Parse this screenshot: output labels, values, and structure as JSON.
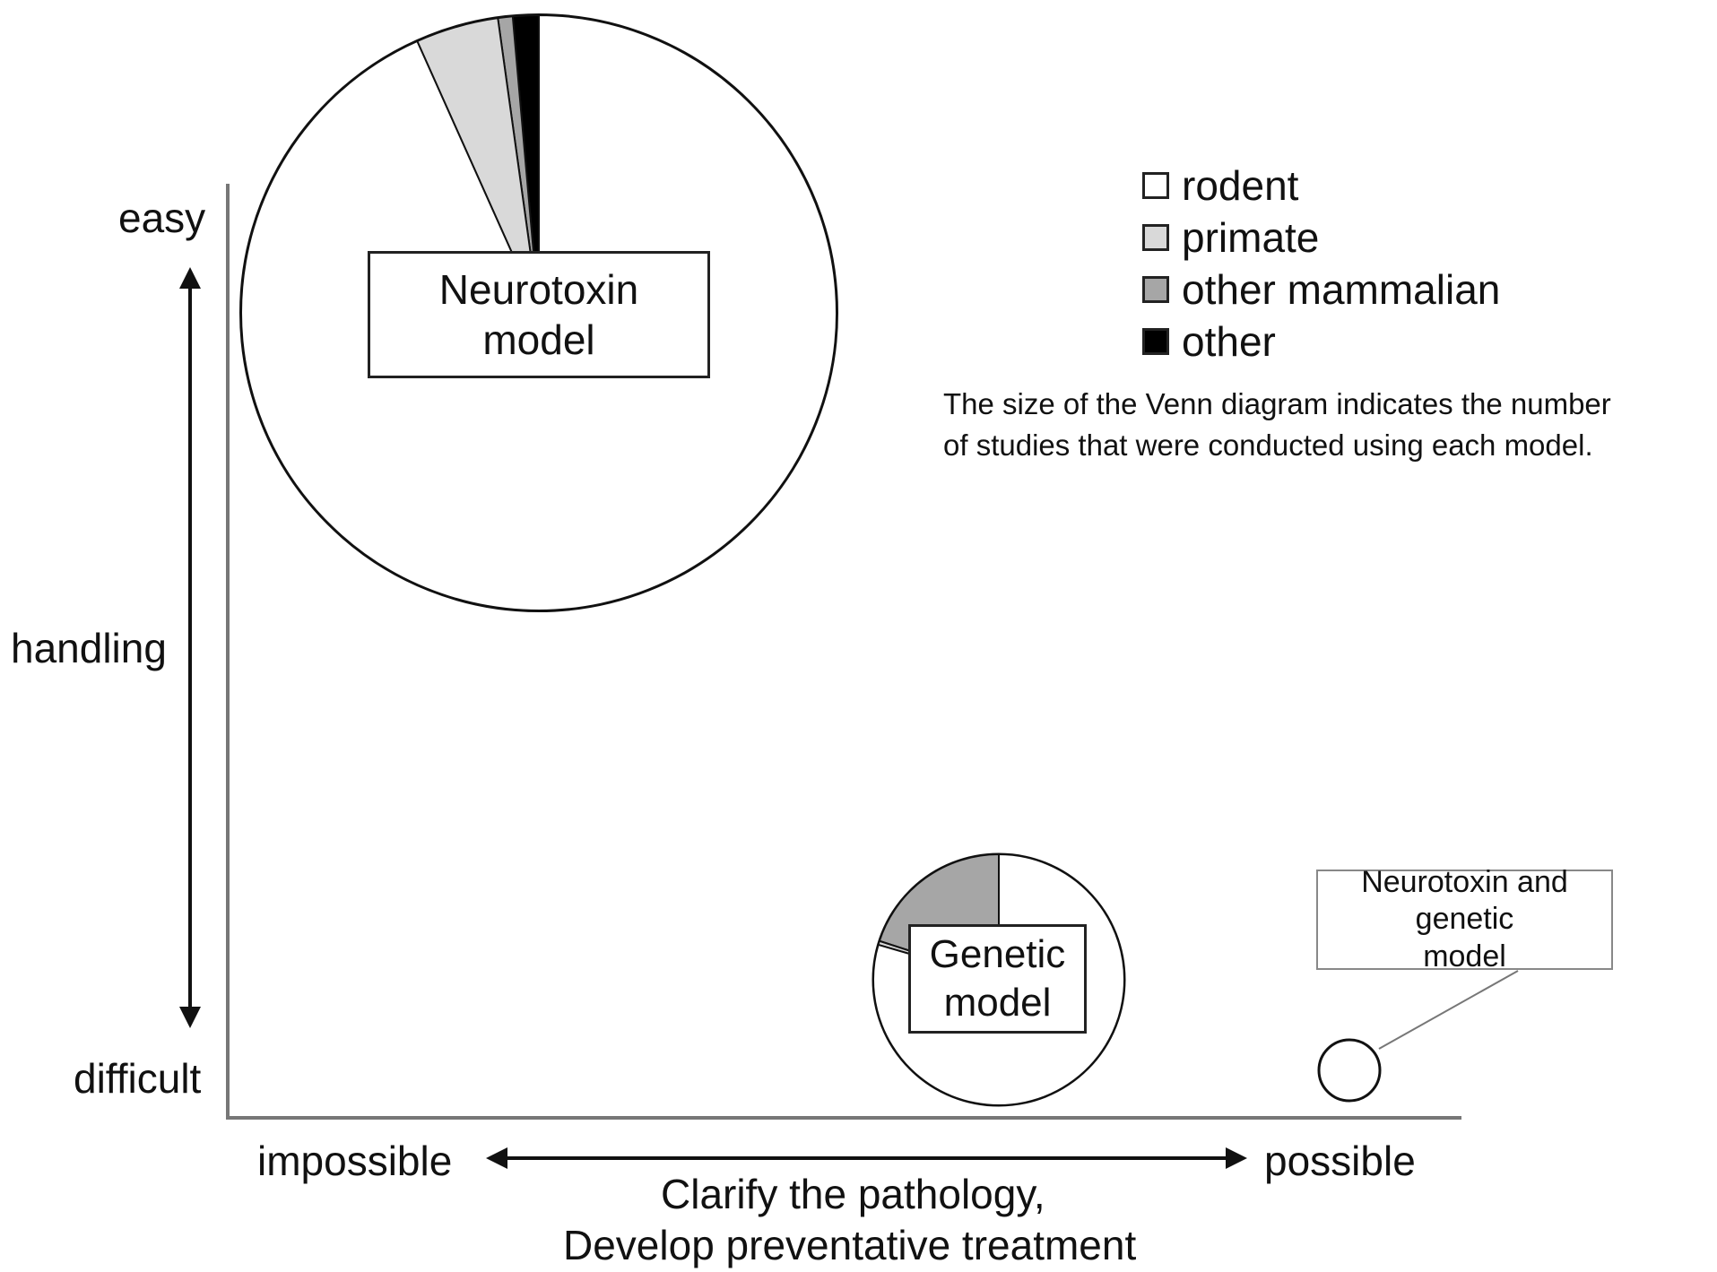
{
  "axes": {
    "y_top": "easy",
    "y_middle": "handling",
    "y_bottom": "difficult",
    "x_left": "impossible",
    "x_right": "possible",
    "x_title_line1": "Clarify the pathology,",
    "x_title_line2": "Develop preventative treatment"
  },
  "legend": [
    {
      "label": "rodent",
      "color": "#ffffff"
    },
    {
      "label": "primate",
      "color": "#d9d9d9"
    },
    {
      "label": "other mammalian",
      "color": "#a6a6a6"
    },
    {
      "label": "other",
      "color": "#000000"
    }
  ],
  "note": {
    "line1": "The size of the Venn diagram indicates the number",
    "line2": "of studies that were conducted using each model."
  },
  "models": [
    {
      "label_line1": "Neurotoxin",
      "label_line2": "model",
      "shares": {
        "rodent": 0.933,
        "primate": 0.045,
        "other mammalian": 0.008,
        "other": 0.014
      }
    },
    {
      "label_line1": "Genetic",
      "label_line2": "model",
      "shares": {
        "rodent": 0.795,
        "primate": 0.005,
        "other mammalian": 0.2,
        "other": 0.0
      }
    },
    {
      "label_line1": "Neurotoxin and genetic",
      "label_line2": "model",
      "shares": {
        "rodent": 1.0,
        "primate": 0.0,
        "other mammalian": 0.0,
        "other": 0.0
      }
    }
  ]
}
